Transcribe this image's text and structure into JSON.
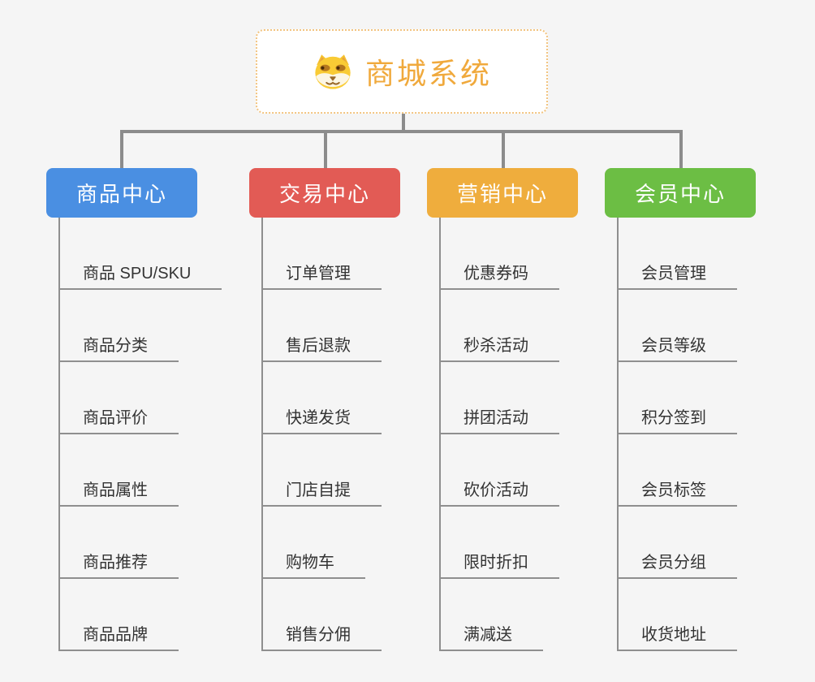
{
  "root": {
    "title": "商城系统",
    "title_color": "#F0A93C",
    "border_color": "#F2C480",
    "icon": "shiba-dog-face"
  },
  "connector_color": "#8C8C8C",
  "background_color": "#F5F5F5",
  "branches": [
    {
      "label": "商品中心",
      "color": "#4A8FE2",
      "items": [
        "商品 SPU/SKU",
        "商品分类",
        "商品评价",
        "商品属性",
        "商品推荐",
        "商品品牌"
      ]
    },
    {
      "label": "交易中心",
      "color": "#E25B55",
      "items": [
        "订单管理",
        "售后退款",
        "快递发货",
        "门店自提",
        "购物车",
        "销售分佣"
      ]
    },
    {
      "label": "营销中心",
      "color": "#EFAD3D",
      "items": [
        "优惠券码",
        "秒杀活动",
        "拼团活动",
        "砍价活动",
        "限时折扣",
        "满减送"
      ]
    },
    {
      "label": "会员中心",
      "color": "#6CBE44",
      "items": [
        "会员管理",
        "会员等级",
        "积分签到",
        "会员标签",
        "会员分组",
        "收货地址"
      ]
    }
  ]
}
